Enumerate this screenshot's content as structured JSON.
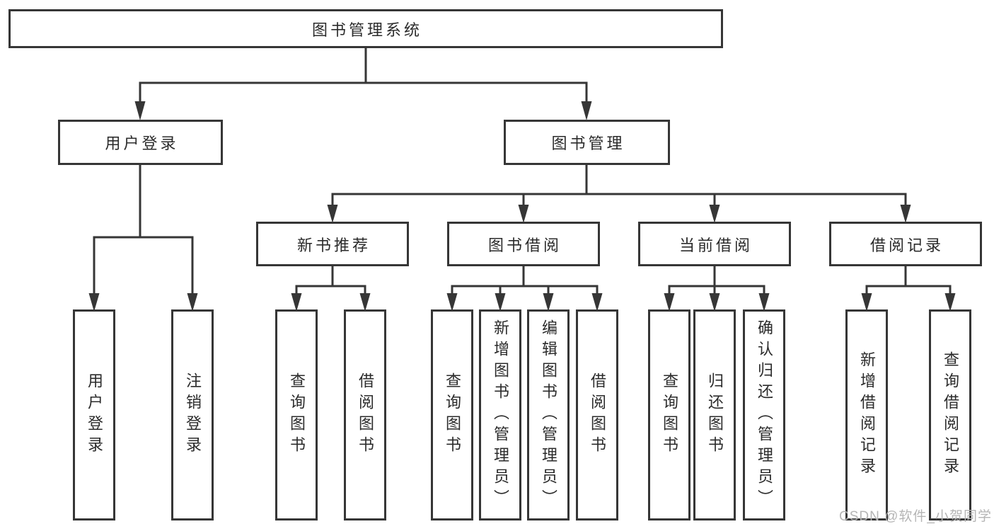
{
  "colors": {
    "background": "#ffffff",
    "line": "#363636",
    "box_border": "#363636",
    "box_fill": "#ffffff",
    "text": "#2b2b2b",
    "watermark_text": "#b5b5b5"
  },
  "nodes": {
    "root": {
      "label": "图书管理系统"
    },
    "user_login": {
      "label": "用户登录",
      "children": [
        {
          "label": "用户登录"
        },
        {
          "label": "注销登录"
        }
      ]
    },
    "book_mgmt": {
      "label": "图书管理",
      "children": [
        {
          "label": "新书推荐",
          "children": [
            {
              "label": "查询图书"
            },
            {
              "label": "借阅图书"
            }
          ]
        },
        {
          "label": "图书借阅",
          "children": [
            {
              "label": "查询图书"
            },
            {
              "label": "新增图书（管理员）"
            },
            {
              "label": "编辑图书（管理员）"
            },
            {
              "label": "借阅图书"
            }
          ]
        },
        {
          "label": "当前借阅",
          "children": [
            {
              "label": "查询图书"
            },
            {
              "label": "归还图书"
            },
            {
              "label": "确认归还（管理员）"
            }
          ]
        },
        {
          "label": "借阅记录",
          "children": [
            {
              "label": "新增借阅记录"
            },
            {
              "label": "查询借阅记录"
            }
          ]
        }
      ]
    }
  },
  "watermark": "CSDN @软件_小贺同学"
}
